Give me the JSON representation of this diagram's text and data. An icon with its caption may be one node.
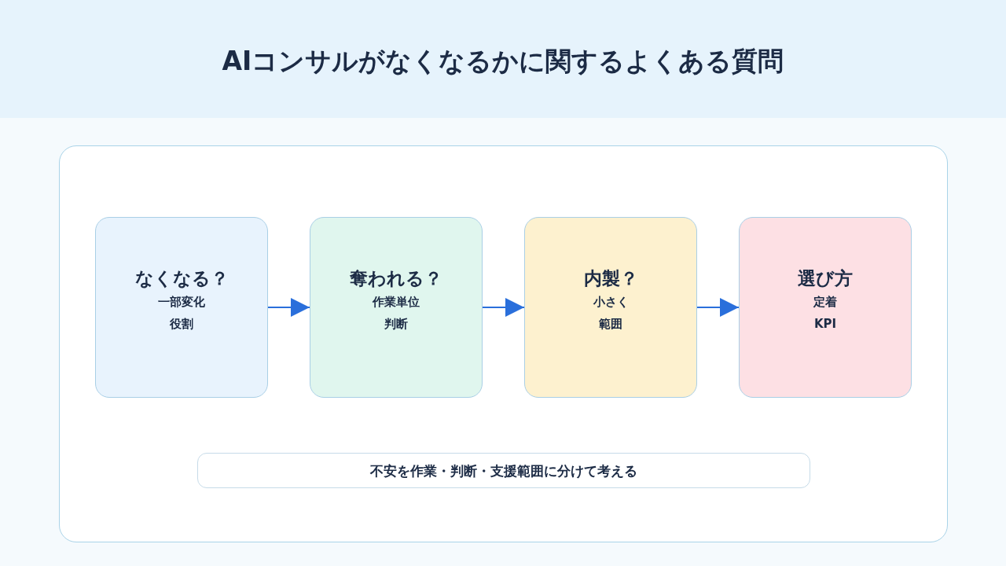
{
  "diagram": {
    "title": "AIコンサルがなくなるかに関するよくある質問",
    "nodes": [
      {
        "text": [
          "なくなる？",
          "一部変化",
          "役割"
        ]
      },
      {
        "text": [
          "奪われる？",
          "作業単位",
          "判断"
        ]
      },
      {
        "text": [
          "内製？",
          "小さく",
          "範囲"
        ]
      },
      {
        "text": [
          "選び方",
          "定着",
          "KPI"
        ]
      },
      {
        "text": [
          "不安を作業・判断・支援範囲に分けて考える"
        ]
      }
    ],
    "edges": [
      {
        "from": 0,
        "to": 1,
        "arrow": "to"
      },
      {
        "from": 1,
        "to": 2,
        "arrow": "to"
      },
      {
        "from": 2,
        "to": 3,
        "arrow": "to"
      }
    ]
  }
}
